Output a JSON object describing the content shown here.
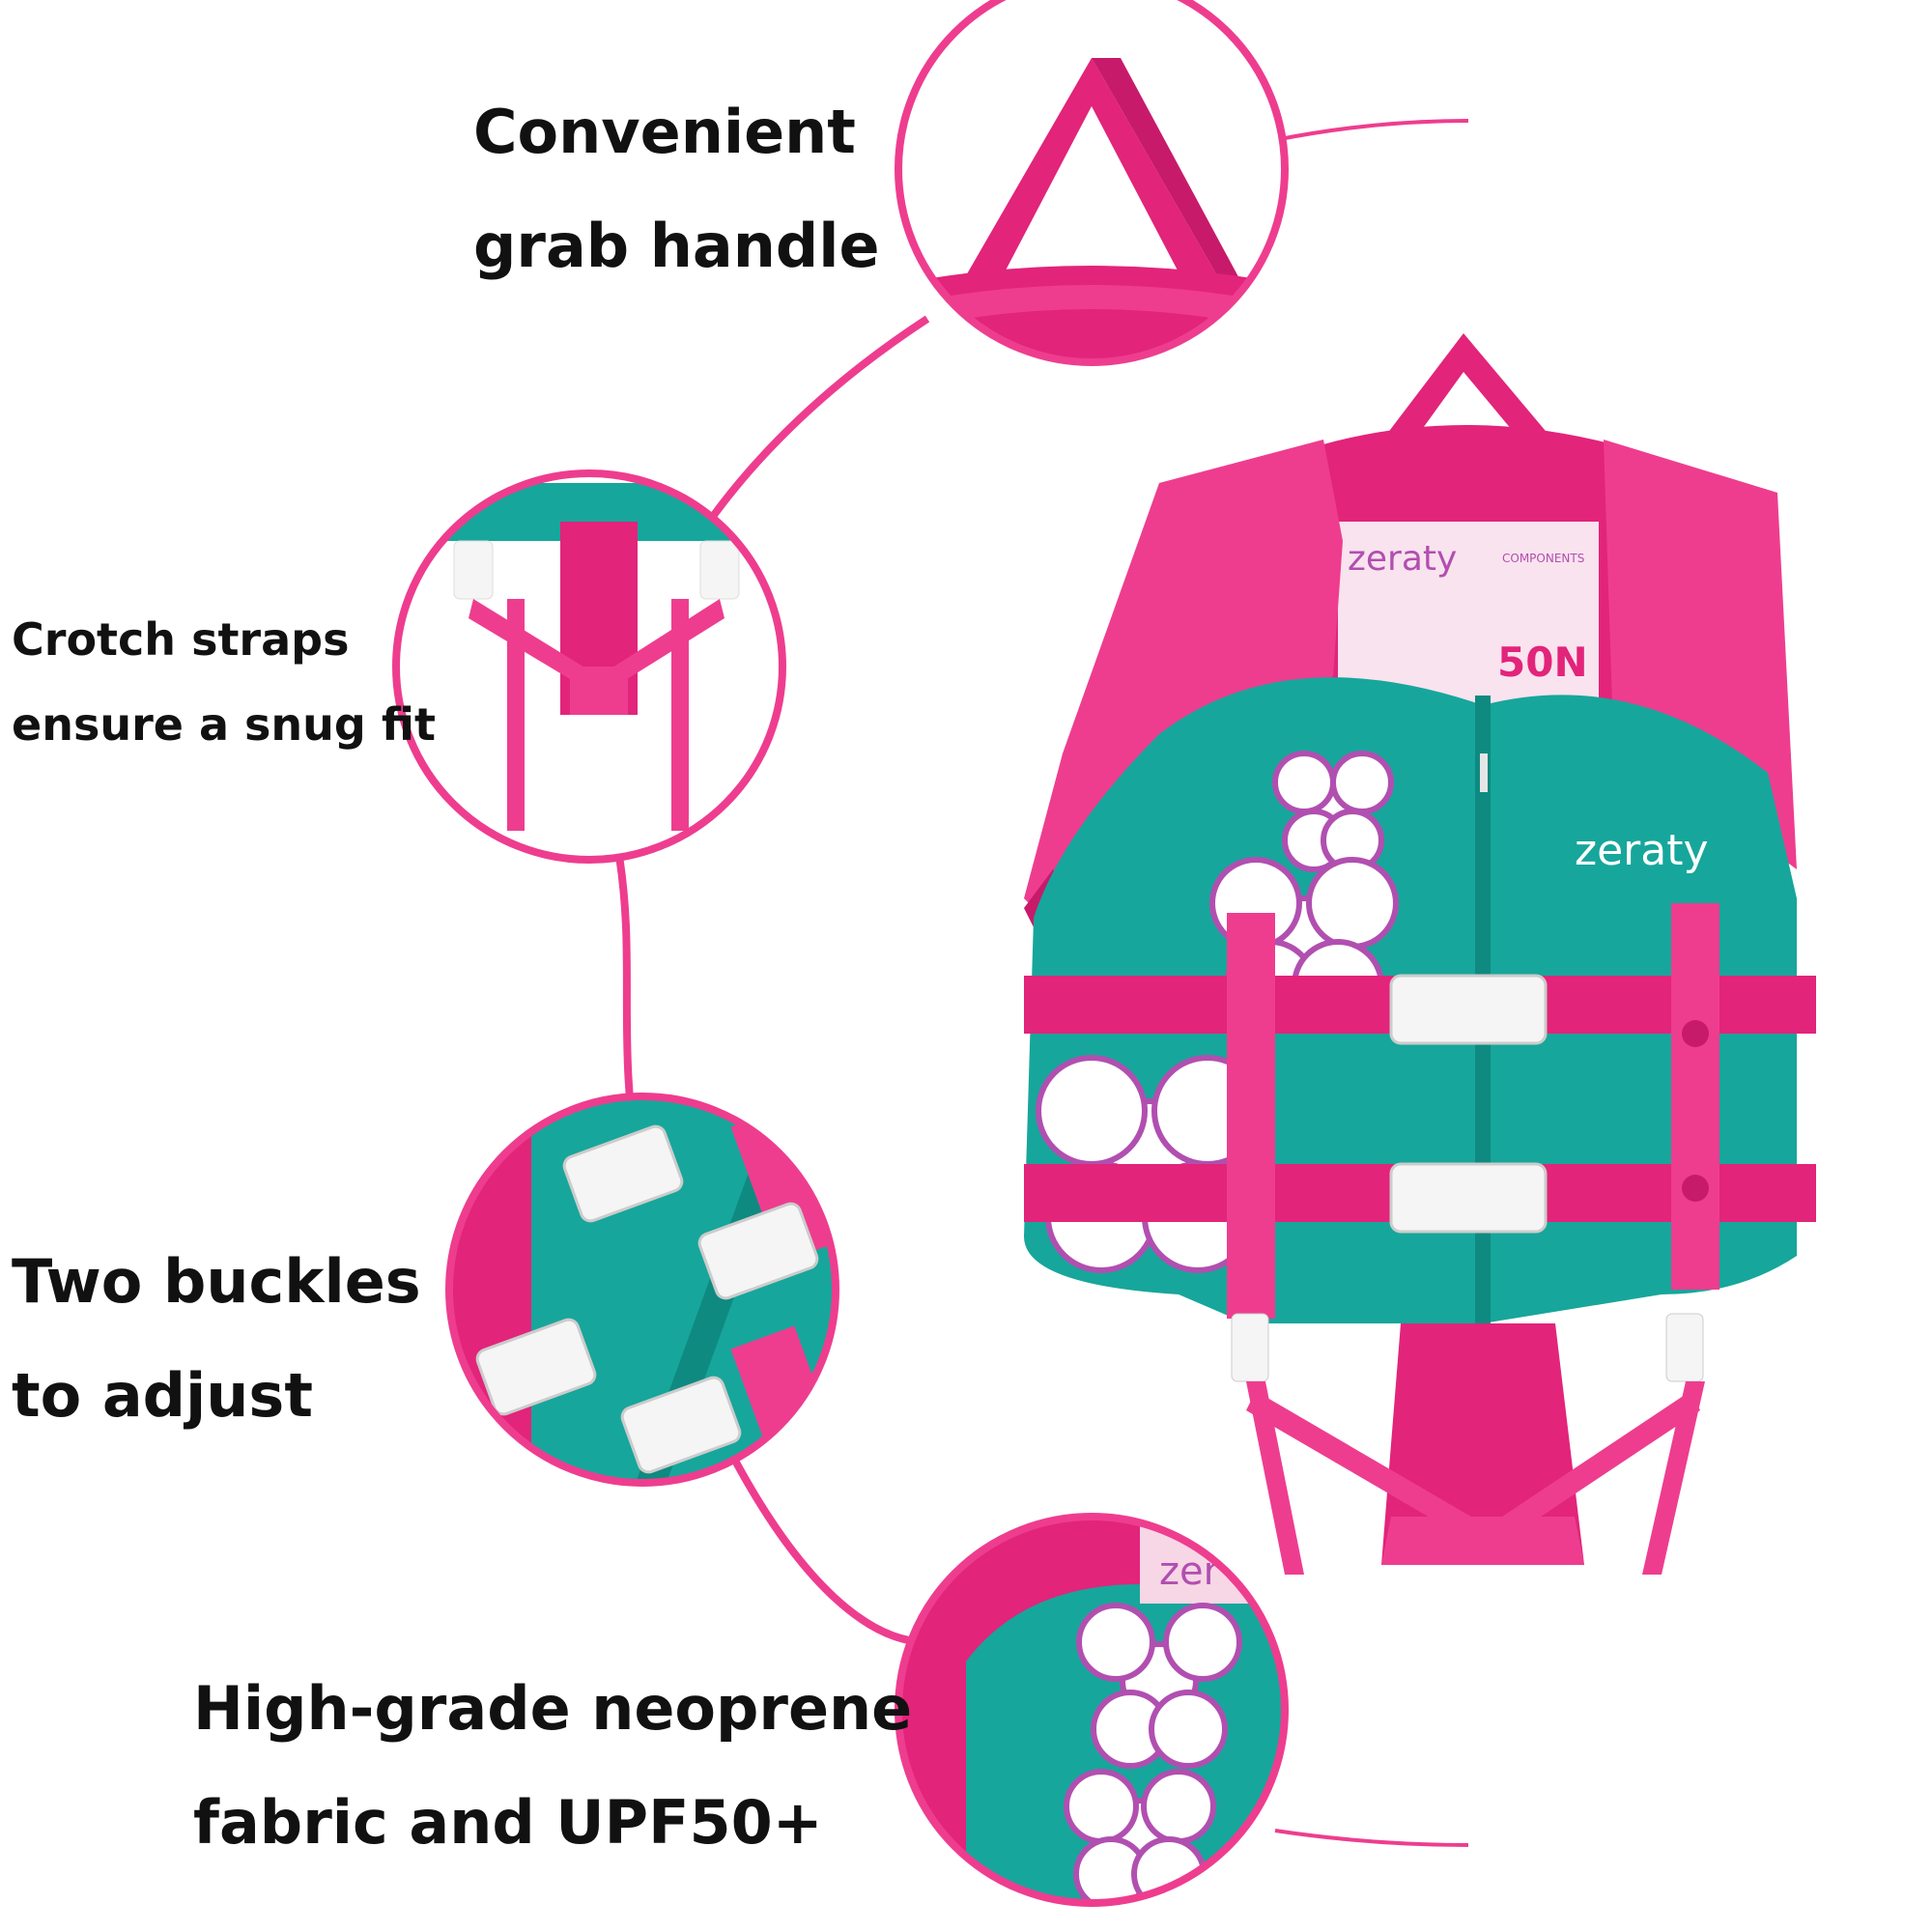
{
  "captions": {
    "handle": [
      "Convenient",
      "grab handle"
    ],
    "crotch": [
      "Crotch straps",
      "ensure a snug fit"
    ],
    "buckles": [
      "Two buckles",
      "to adjust"
    ],
    "fabric": [
      "High-grade neoprene",
      "fabric and UPF50+"
    ]
  },
  "vest": {
    "brand": "zeraty",
    "inner_brand": "zeraty",
    "inner_heading": "COMPONENTS",
    "rating": "50N"
  },
  "detail_fabric_brand": "zer",
  "colors": {
    "pink": "#ee3d8f",
    "magenta": "#e2247a",
    "teal": "#17a69b",
    "teal_dark": "#0f8a80",
    "buckle": "#f5f5f5",
    "flower": "#b14fb0"
  },
  "icons": [
    "grab-handle-detail",
    "crotch-strap-detail",
    "buckle-detail",
    "fabric-detail",
    "life-vest"
  ]
}
